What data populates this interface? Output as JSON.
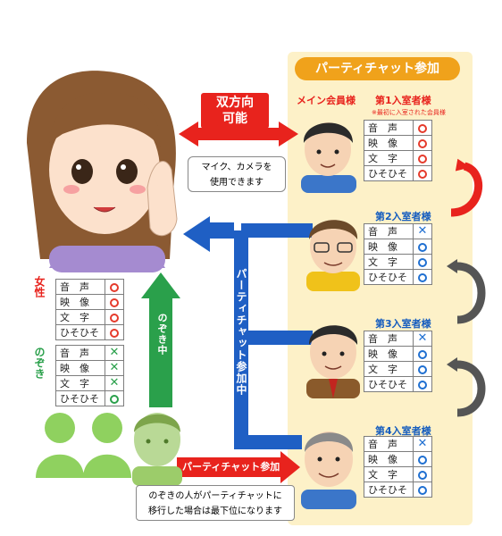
{
  "colors": {
    "panel": "#fdf1c8",
    "banner": "#f0a21b",
    "red": "#e8231d",
    "blue": "#155dbf",
    "green": "#2aa04b"
  },
  "party_banner": "パーティチャット参加",
  "bidirectional": {
    "line1": "双方向",
    "line2": "可能"
  },
  "speech_bubble": {
    "line1": "マイク、カメラを",
    "line2": "使用できます"
  },
  "main_member": {
    "title": "メイン会員様"
  },
  "party_label_vertical": "パーティチャット参加中",
  "peeping_label_vertical": "のぞき中",
  "join_tag": "パーティチャット参加",
  "footer_note": {
    "line1": "のぞきの人がパーティチャットに",
    "line2": "移行した場合は最下位になります"
  },
  "female": {
    "label": "女性",
    "rows": [
      {
        "label": "音　声",
        "mark": "o"
      },
      {
        "label": "映　像",
        "mark": "o"
      },
      {
        "label": "文　字",
        "mark": "o"
      },
      {
        "label": "ひそひそ",
        "mark": "o"
      }
    ]
  },
  "peeping": {
    "label": "のぞき",
    "rows": [
      {
        "label": "音　声",
        "mark": "x"
      },
      {
        "label": "映　像",
        "mark": "x"
      },
      {
        "label": "文　字",
        "mark": "x"
      },
      {
        "label": "ひそひそ",
        "mark": "o"
      }
    ]
  },
  "entrants": [
    {
      "title": "第1入室者様",
      "note": "※最初に入室された会員様",
      "rows": [
        {
          "label": "音　声",
          "mark": "o"
        },
        {
          "label": "映　像",
          "mark": "o"
        },
        {
          "label": "文　字",
          "mark": "o"
        },
        {
          "label": "ひそひそ",
          "mark": "o"
        }
      ]
    },
    {
      "title": "第2入室者様",
      "rows": [
        {
          "label": "音　声",
          "mark": "x"
        },
        {
          "label": "映　像",
          "mark": "o"
        },
        {
          "label": "文　字",
          "mark": "o"
        },
        {
          "label": "ひそひそ",
          "mark": "o"
        }
      ]
    },
    {
      "title": "第3入室者様",
      "rows": [
        {
          "label": "音　声",
          "mark": "x"
        },
        {
          "label": "映　像",
          "mark": "o"
        },
        {
          "label": "文　字",
          "mark": "o"
        },
        {
          "label": "ひそひそ",
          "mark": "o"
        }
      ]
    },
    {
      "title": "第4入室者様",
      "rows": [
        {
          "label": "音　声",
          "mark": "x"
        },
        {
          "label": "映　像",
          "mark": "o"
        },
        {
          "label": "文　字",
          "mark": "o"
        },
        {
          "label": "ひそひそ",
          "mark": "o"
        }
      ]
    }
  ]
}
